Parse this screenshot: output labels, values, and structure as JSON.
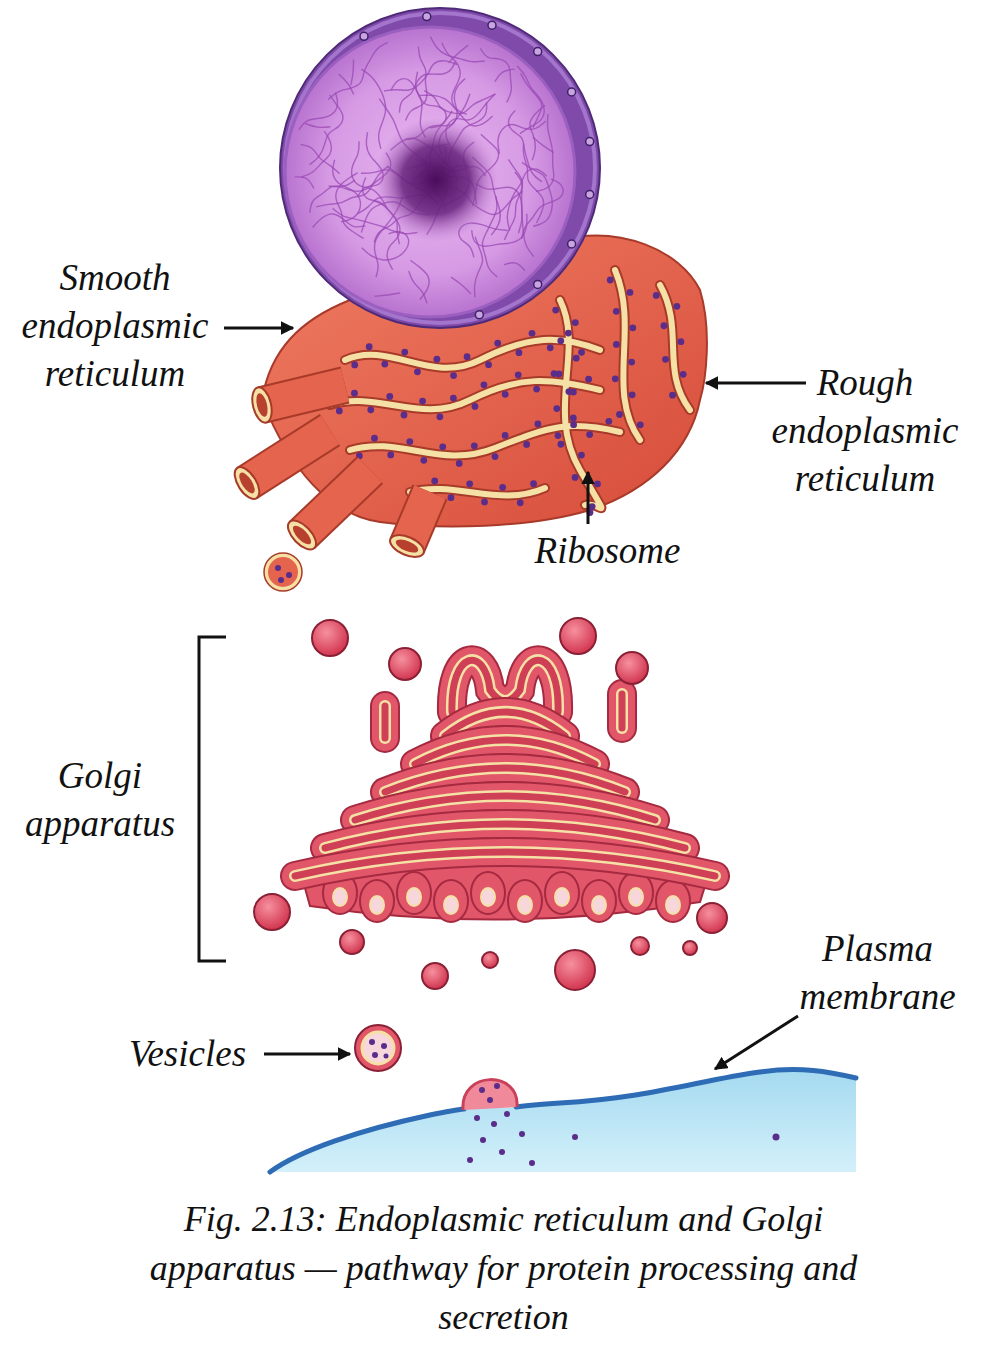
{
  "diagram": {
    "caption": "Fig. 2.13: Endoplasmic reticulum and Golgi apparatus — pathway for protein processing and secretion",
    "labels": [
      "Smooth endoplasmic reticulum",
      "Rough endoplasmic reticulum",
      "Ribosome",
      "Golgi apparatus",
      "Vesicles",
      "Plasma membrane"
    ]
  }
}
